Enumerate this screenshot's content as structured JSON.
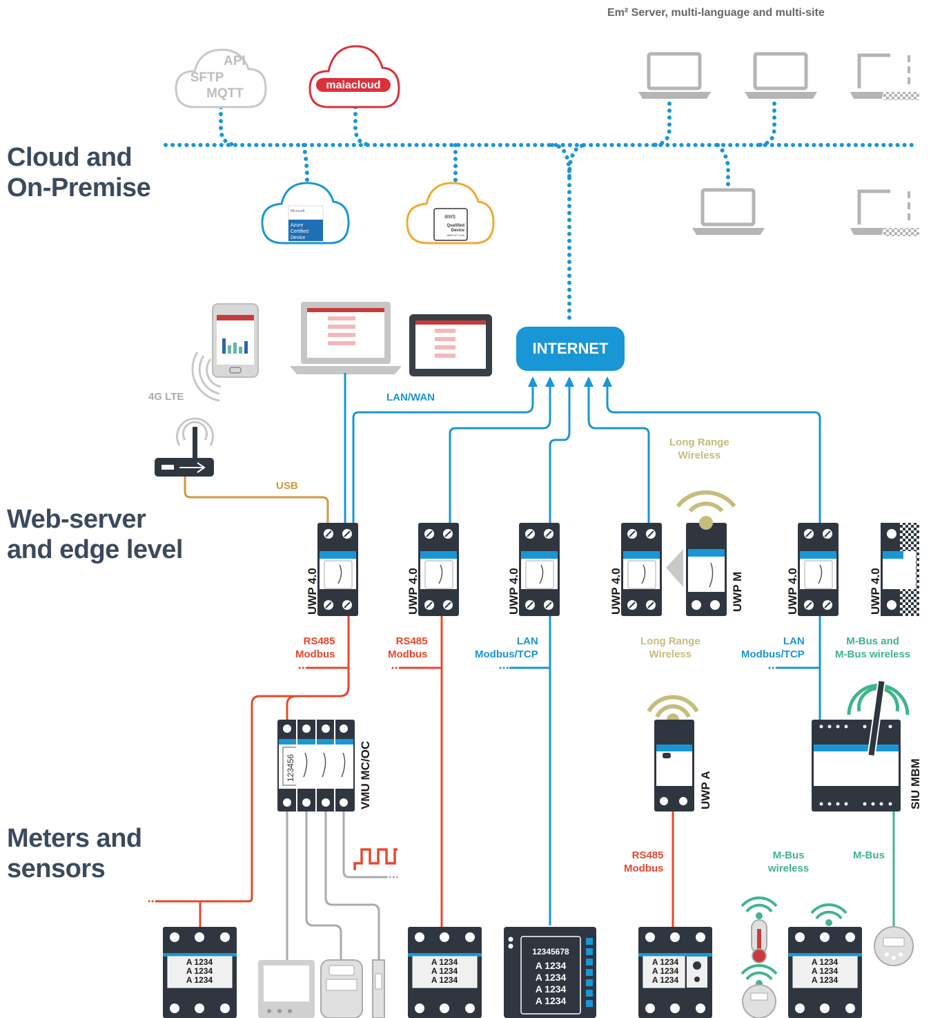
{
  "header": {
    "title": "Em² Server, multi-language and multi-site"
  },
  "sections": {
    "cloud_line1": "Cloud and",
    "cloud_line2": "On-Premise",
    "web_line1": "Web-server",
    "web_line2": "and edge level",
    "meters_line1": "Meters and",
    "meters_line2": "sensors"
  },
  "cloud_top": {
    "generic": [
      "API",
      "SFTP",
      "MQTT"
    ],
    "maia": "maiacloud"
  },
  "cloud_mid": {
    "azure_brand": "Microsoft",
    "azure_badge": [
      "Azure",
      "Certified",
      "Device"
    ],
    "aws_brand": "aws",
    "aws_badge": [
      "Qualified",
      "Device",
      "AWS IoT Core"
    ]
  },
  "network": {
    "internet": "INTERNET",
    "lan_wan": "LAN/WAN",
    "lte": "4G LTE",
    "usb": "USB",
    "long_range_top": [
      "Long Range",
      "Wireless"
    ]
  },
  "edge": {
    "uwp": "UWP 4.0",
    "uwp_m": "UWP M",
    "uwp_a": "UWP A",
    "siu": "SIU MBM",
    "vmu": "VMU MC/OC",
    "vmu_counter": "123456"
  },
  "links": {
    "rs485": [
      "RS485",
      "Modbus"
    ],
    "lan_tcp": [
      "LAN",
      "Modbus/TCP"
    ],
    "long_range": [
      "Long Range",
      "Wireless"
    ],
    "mbus_both": [
      "M-Bus and",
      "M-Bus wireless"
    ],
    "mbus_wireless": [
      "M-Bus",
      "wireless"
    ],
    "mbus": "M-Bus",
    "ellipsis": "...."
  },
  "meters": {
    "display_lines": [
      "A 1234",
      "A 1234",
      "A 1234"
    ],
    "big_display_lines": [
      "12345678",
      "A 1234",
      "A 1234",
      "A 1234",
      "A 1234"
    ]
  },
  "colors": {
    "blue": "#1996d5",
    "red": "#e8472a",
    "orange": "#d09a3e",
    "olive": "#c5bd7c",
    "green": "#3fb58a",
    "dark": "#2f3640",
    "grey": "#aaaaaa",
    "section_text": "#3b4a5c"
  }
}
